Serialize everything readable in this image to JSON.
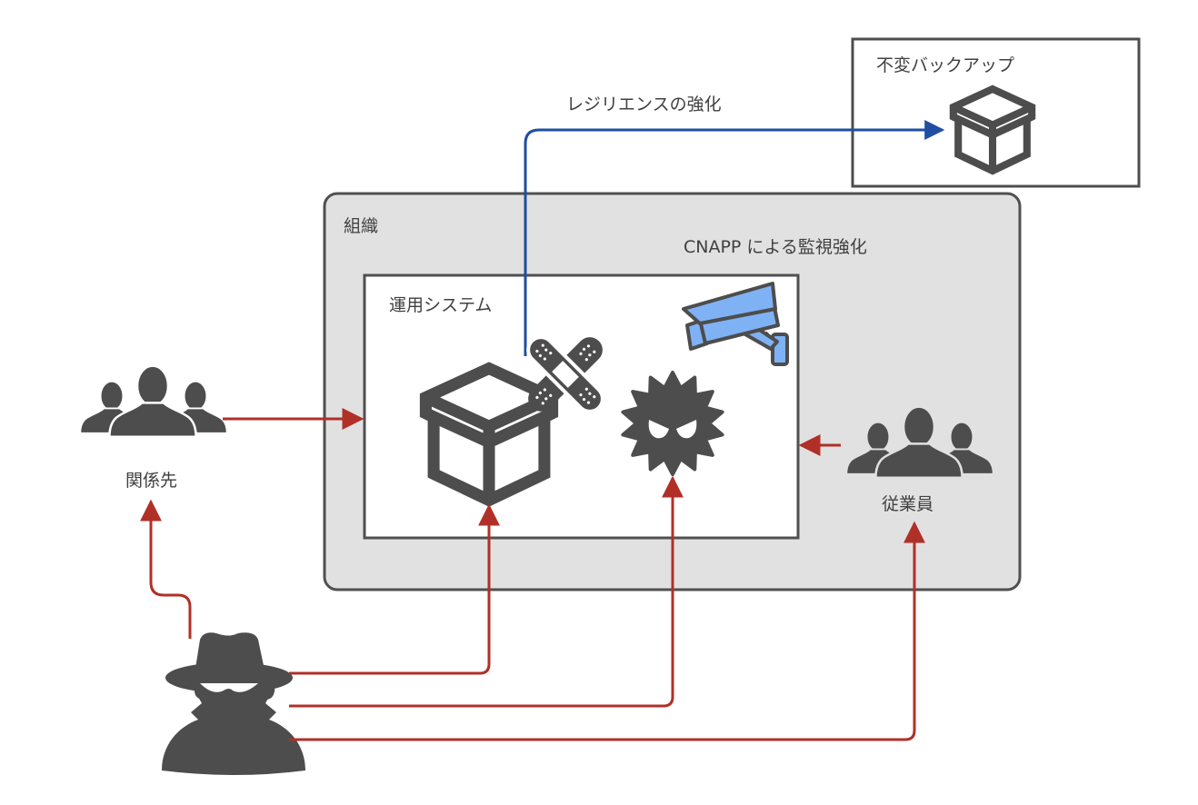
{
  "diagram": {
    "colors": {
      "icon": "#4d4d4d",
      "threat_arrow": "#b03028",
      "resilience_arrow": "#1f4ea3",
      "org_fill": "#e1e1e1",
      "org_stroke": "#505050",
      "box_fill": "#ffffff",
      "camera_fill": "#7fb2f5"
    },
    "nodes": {
      "immutable_backup": {
        "label": "不変バックアップ",
        "icon": "box-icon"
      },
      "organization": {
        "label": "組織"
      },
      "cnapp": {
        "label": "CNAPP による監視強化",
        "icon": "security-camera-icon"
      },
      "operational_system": {
        "label": "運用システム",
        "icon": "box-icon"
      },
      "patch": {
        "icon": "bandage-icon"
      },
      "malware": {
        "icon": "malware-icon"
      },
      "partners": {
        "label": "関係先",
        "icon": "group-icon"
      },
      "employees": {
        "label": "従業員",
        "icon": "group-icon"
      },
      "attacker": {
        "icon": "spy-icon"
      }
    },
    "edges": [
      {
        "from": "operational_system",
        "to": "immutable_backup",
        "label": "レジリエンスの強化",
        "kind": "resilience"
      },
      {
        "from": "partners",
        "to": "operational_system",
        "kind": "threat"
      },
      {
        "from": "employees",
        "to": "operational_system",
        "kind": "threat"
      },
      {
        "from": "attacker",
        "to": "partners",
        "kind": "threat"
      },
      {
        "from": "attacker",
        "to": "operational_system",
        "kind": "threat"
      },
      {
        "from": "attacker",
        "to": "malware",
        "kind": "threat"
      },
      {
        "from": "attacker",
        "to": "employees",
        "kind": "threat"
      }
    ]
  }
}
